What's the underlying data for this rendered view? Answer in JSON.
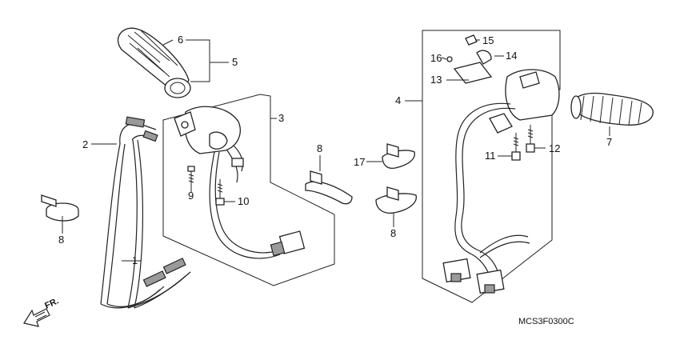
{
  "diagram": {
    "callouts": [
      {
        "id": "c1",
        "text": "1"
      },
      {
        "id": "c2",
        "text": "2"
      },
      {
        "id": "c3",
        "text": "3"
      },
      {
        "id": "c4",
        "text": "4"
      },
      {
        "id": "c5",
        "text": "5"
      },
      {
        "id": "c6",
        "text": "6"
      },
      {
        "id": "c7",
        "text": "7"
      },
      {
        "id": "c8a",
        "text": "8"
      },
      {
        "id": "c8b",
        "text": "8"
      },
      {
        "id": "c8c",
        "text": "8"
      },
      {
        "id": "c9",
        "text": "9"
      },
      {
        "id": "c10",
        "text": "10"
      },
      {
        "id": "c11",
        "text": "11"
      },
      {
        "id": "c12",
        "text": "12"
      },
      {
        "id": "c13",
        "text": "13"
      },
      {
        "id": "c14",
        "text": "14"
      },
      {
        "id": "c15",
        "text": "15"
      },
      {
        "id": "c16",
        "text": "16"
      },
      {
        "id": "c17",
        "text": "17"
      }
    ],
    "direction_label": "FR.",
    "diagram_code": "MCS3F0300C"
  }
}
